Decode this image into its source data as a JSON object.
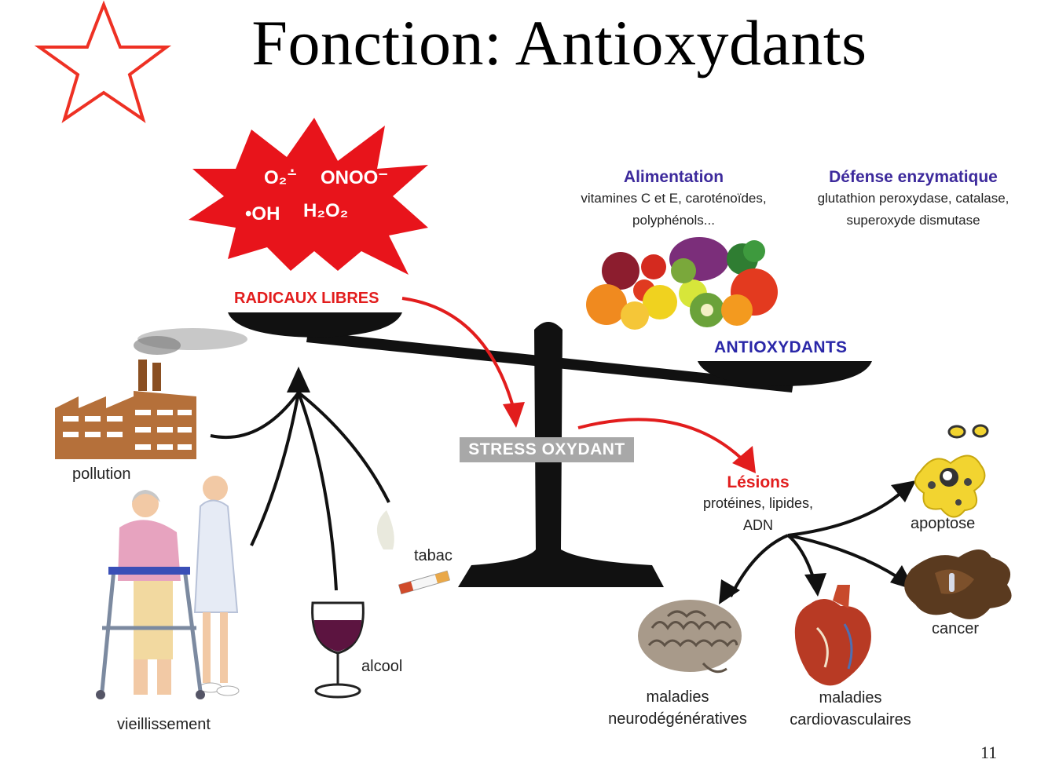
{
  "title": "Fonction: Antioxydants",
  "free_radicals": {
    "superoxide": "O₂⁻̇",
    "peroxynitrite": "ONOO⁻",
    "hydroxyl": "•OH",
    "hydrogen_peroxide": "H₂O₂"
  },
  "balance": {
    "left_pan_label": "RADICAUX LIBRES",
    "right_pan_label": "ANTIOXYDANTS",
    "stress_label": "STRESS OXYDANT"
  },
  "alimentation": {
    "heading": "Alimentation",
    "line1": "vitamines C et E, caroténoïdes,",
    "line2": "polyphénols..."
  },
  "enzymatic_defense": {
    "heading": "Défense enzymatique",
    "line1": "glutathion peroxydase, catalase,",
    "line2": "superoxyde dismutase"
  },
  "sources": {
    "pollution": "pollution",
    "aging": "vieillissement",
    "alcohol": "alcool",
    "tobacco": "tabac"
  },
  "lesions": {
    "heading": "Lésions",
    "line1": "protéines, lipides,",
    "line2": "ADN"
  },
  "outcomes": {
    "apoptosis": "apoptose",
    "cancer": "cancer",
    "neuro_line1": "maladies",
    "neuro_line2": "neurodégénératives",
    "cardio_line1": "maladies",
    "cardio_line2": "cardiovasculaires"
  },
  "page_number": "11",
  "colors": {
    "star_outline": "#ee3124",
    "burst": "#e8141b",
    "red_arrow": "#e21d1d",
    "balance": "#111111",
    "stress_box": "#a8a8a8",
    "heading_purple": "#3d2a9c",
    "antioxydants_blue": "#2a27a8"
  }
}
